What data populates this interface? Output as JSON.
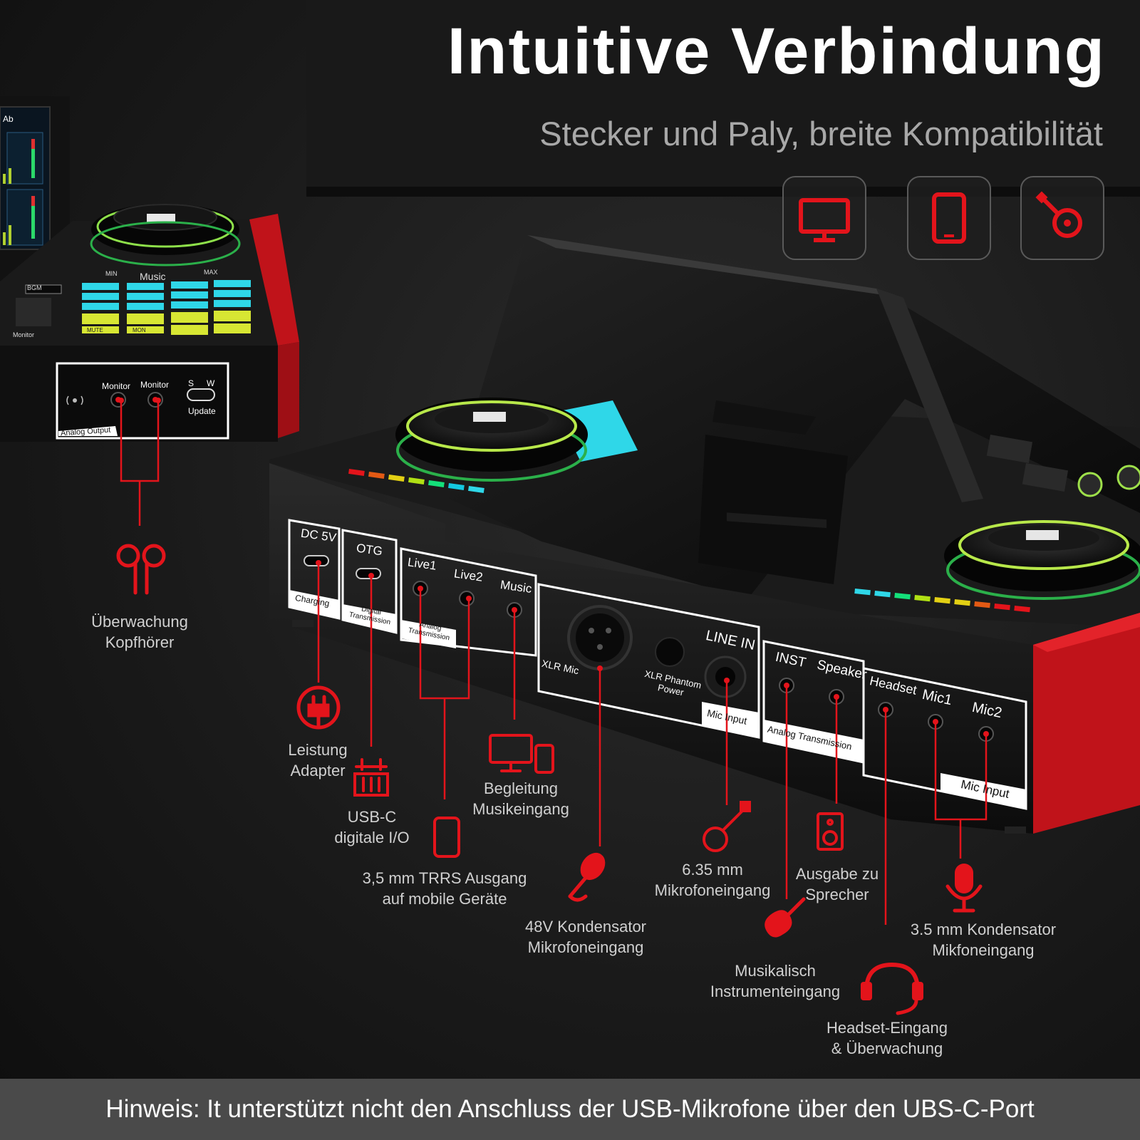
{
  "header": {
    "title": "Intuitive Verbindung",
    "subtitle": "Stecker und Paly, breite Kompatibilität"
  },
  "compat_icons": [
    "monitor-icon",
    "tablet-icon",
    "guitar-icon"
  ],
  "colors": {
    "accent": "#e3141b",
    "device_red": "#c0131a",
    "banner": "#4a4a4a"
  },
  "left_device": {
    "screen_fragment": "Ab",
    "panel_title": "Analog Output",
    "ports": [
      "Monitor",
      "Monitor"
    ],
    "switch_letters": [
      "S",
      "W"
    ],
    "update_label": "Update",
    "top_labels": [
      "Music",
      "MIN",
      "MAX",
      "BGM",
      "Monitor"
    ],
    "pad_labels": [
      "MUTE",
      "MON"
    ]
  },
  "main_device": {
    "ports": {
      "dc5v": "DC 5V",
      "charging": "Charging",
      "otg": "OTG",
      "digital": "Digital Transmission",
      "live1": "Live1",
      "live2": "Live2",
      "music": "Music",
      "analog1": "Analog Transmission",
      "xlr_mic": "XLR Mic",
      "xlr_phantom": "XLR Phantom Power",
      "line_in": "LINE IN",
      "mic_input1": "Mic Input",
      "inst": "INST",
      "speaker": "Speaker",
      "analog2": "Analog Transmission",
      "headset": "Headset",
      "mic1": "Mic1",
      "mic2": "Mic2",
      "mic_input2": "Mic Input"
    }
  },
  "callouts": [
    {
      "id": "headphones",
      "icon": "earbuds-icon",
      "lines": [
        "Überwachung",
        "Kopfhörer"
      ]
    },
    {
      "id": "power",
      "icon": "power-plug-icon",
      "lines": [
        "Leistung",
        "Adapter"
      ]
    },
    {
      "id": "usbc",
      "icon": "usb-c-icon",
      "lines": [
        "USB-C",
        "digitale I/O"
      ]
    },
    {
      "id": "trrs",
      "icon": "phone-icon",
      "lines": [
        "3,5 mm TRRS Ausgang",
        "auf mobile Geräte"
      ]
    },
    {
      "id": "music_in",
      "icon": "monitor-phone-icon",
      "lines": [
        "Begleitung",
        "Musikeingang"
      ]
    },
    {
      "id": "xlr48",
      "icon": "microphone-icon",
      "lines": [
        "48V Kondensator",
        "Mikrofoneingang"
      ]
    },
    {
      "id": "mic635",
      "icon": "guitar-icon",
      "lines": [
        "6.35 mm",
        "Mikrofoneingang"
      ]
    },
    {
      "id": "speaker_out",
      "icon": "speaker-icon",
      "lines": [
        "Ausgabe zu",
        "Sprecher"
      ]
    },
    {
      "id": "instrument",
      "icon": "electric-guitar-icon",
      "lines": [
        "Musikalisch",
        "Instrumenteingang"
      ]
    },
    {
      "id": "condenser35",
      "icon": "condenser-mic-icon",
      "lines": [
        "3.5 mm Kondensator",
        "Mikfoneingang"
      ]
    },
    {
      "id": "headset_in",
      "icon": "headset-icon",
      "lines": [
        "Headset-Eingang",
        "& Überwachung"
      ]
    }
  ],
  "footer": {
    "note": "Hinweis: It unterstützt nicht den Anschluss der USB-Mikrofone über den UBS-C-Port"
  }
}
